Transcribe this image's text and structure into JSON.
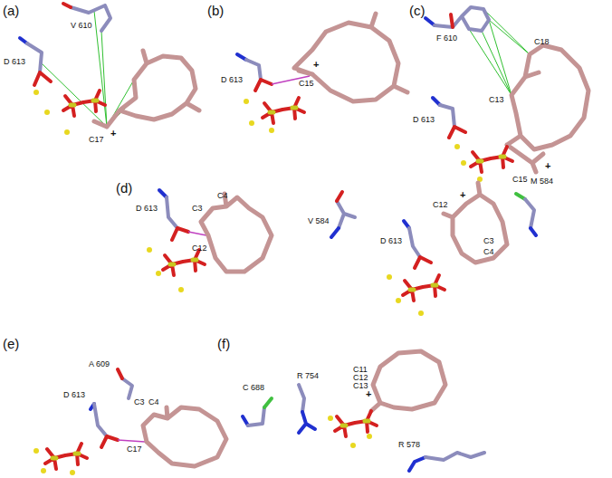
{
  "diagram": {
    "labels": [
      "(a)",
      "V 610",
      "D 613",
      "C17",
      "+",
      "(b)",
      "D 613",
      "C15",
      "+",
      "(c)",
      "F 610",
      "C18",
      "C13",
      "D 613",
      "C15",
      "+",
      "(d)",
      "D 613",
      "C4",
      "C3",
      "C12",
      "V 584",
      "D 613",
      "M 584",
      "C12",
      "+",
      "C3",
      "C4",
      "(e)",
      "A 609",
      "D 613",
      "C3",
      "C4",
      "C17",
      "(f)",
      "R 754",
      "C 688",
      "C11",
      "C12",
      "C13",
      "+",
      "R 578"
    ]
  }
}
